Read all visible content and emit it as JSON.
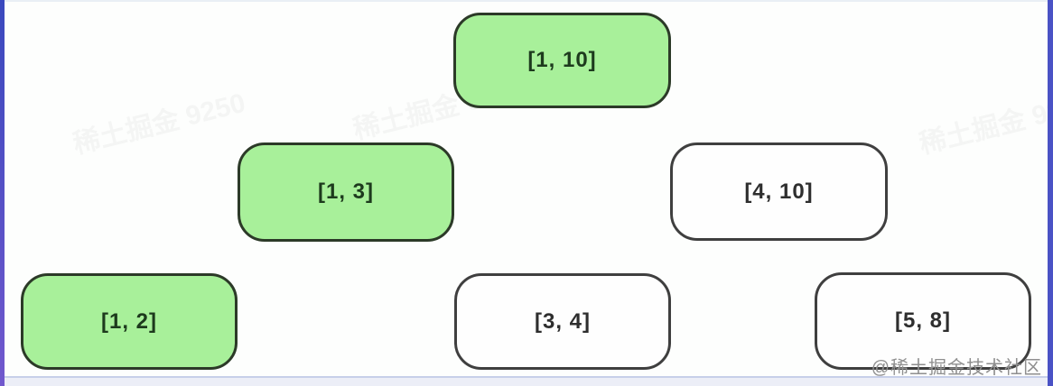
{
  "canvas": {
    "background": "#fdfefd"
  },
  "colors": {
    "node_green_fill": "#a8f09a",
    "node_green_border": "#2c3a28",
    "node_green_text": "#1d3a1d",
    "node_white_fill": "#fefefe",
    "node_white_border": "#3f3f3f",
    "node_white_text": "#2e2e2e",
    "edge_left_top": "#3a49be",
    "edge_left_bottom": "#7158cd",
    "edge_right": "#4a52c5",
    "bottom_line": "#c7cfe9",
    "bottom_fill": "#eceef7",
    "credit_text": "#8f8f8f",
    "bg_watermark_text": "#8a8a8a"
  },
  "diagram": {
    "type": "segment-tree",
    "nodes": [
      {
        "label": "[1, 10]",
        "highlighted": true,
        "row": 0
      },
      {
        "label": "[1, 3]",
        "highlighted": true,
        "row": 1
      },
      {
        "label": "[4, 10]",
        "highlighted": false,
        "row": 1
      },
      {
        "label": "[1, 2]",
        "highlighted": true,
        "row": 2
      },
      {
        "label": "[3, 4]",
        "highlighted": false,
        "row": 2
      },
      {
        "label": "[5, 8]",
        "highlighted": false,
        "row": 2
      }
    ]
  },
  "watermarks": {
    "credit": "@稀土掘金技术社区",
    "background_text": "稀土掘金 9250"
  }
}
